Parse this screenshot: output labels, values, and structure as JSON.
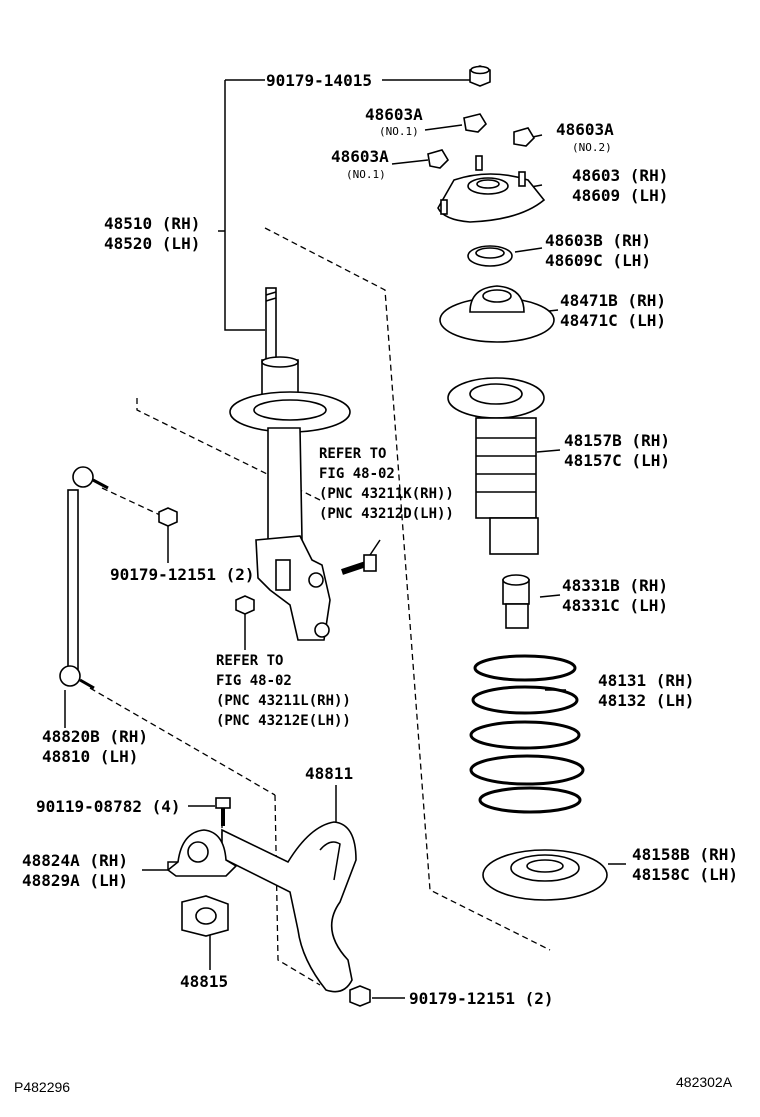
{
  "diagram": {
    "labels": {
      "nut_top": "90179-14015",
      "rebound_a1": "48603A",
      "rebound_a1_sub": "(NO.1)",
      "rebound_a2": "48603A",
      "rebound_a2_sub": "(NO.2)",
      "rebound_a3": "48603A",
      "rebound_a3_sub": "(NO.1)",
      "support_rh": "48603 (RH)",
      "support_lh": "48609 (LH)",
      "bearing_rh": "48603B (RH)",
      "bearing_lh": "48609C (LH)",
      "upper_seat_rh": "48471B (RH)",
      "upper_seat_lh": "48471C (LH)",
      "strut_rh": "48510 (RH)",
      "strut_lh": "48520 (LH)",
      "boot_rh": "48157B (RH)",
      "boot_lh": "48157C (LH)",
      "refer1_a": "REFER TO",
      "refer1_b": "FIG 48-02",
      "refer1_c": "(PNC 43211K(RH))",
      "refer1_d": "(PNC 43212D(LH))",
      "bumper_rh": "48331B (RH)",
      "bumper_lh": "48331C (LH)",
      "nut_mid": "90179-12151 (2)",
      "refer2_a": "REFER TO",
      "refer2_b": "FIG 48-02",
      "refer2_c": "(PNC 43211L(RH))",
      "refer2_d": "(PNC 43212E(LH))",
      "spring_rh": "48131 (RH)",
      "spring_lh": "48132 (LH)",
      "link_rh": "48820B (RH)",
      "link_lh": "48810 (LH)",
      "stabilizer": "48811",
      "bolt": "90119-08782 (4)",
      "bracket_rh": "48824A (RH)",
      "bracket_lh": "48829A (LH)",
      "lower_seat_rh": "48158B (RH)",
      "lower_seat_lh": "48158C (LH)",
      "bushing": "48815",
      "nut_bottom": "90179-12151 (2)",
      "code_left": "P482296",
      "code_right": "482302A"
    }
  }
}
